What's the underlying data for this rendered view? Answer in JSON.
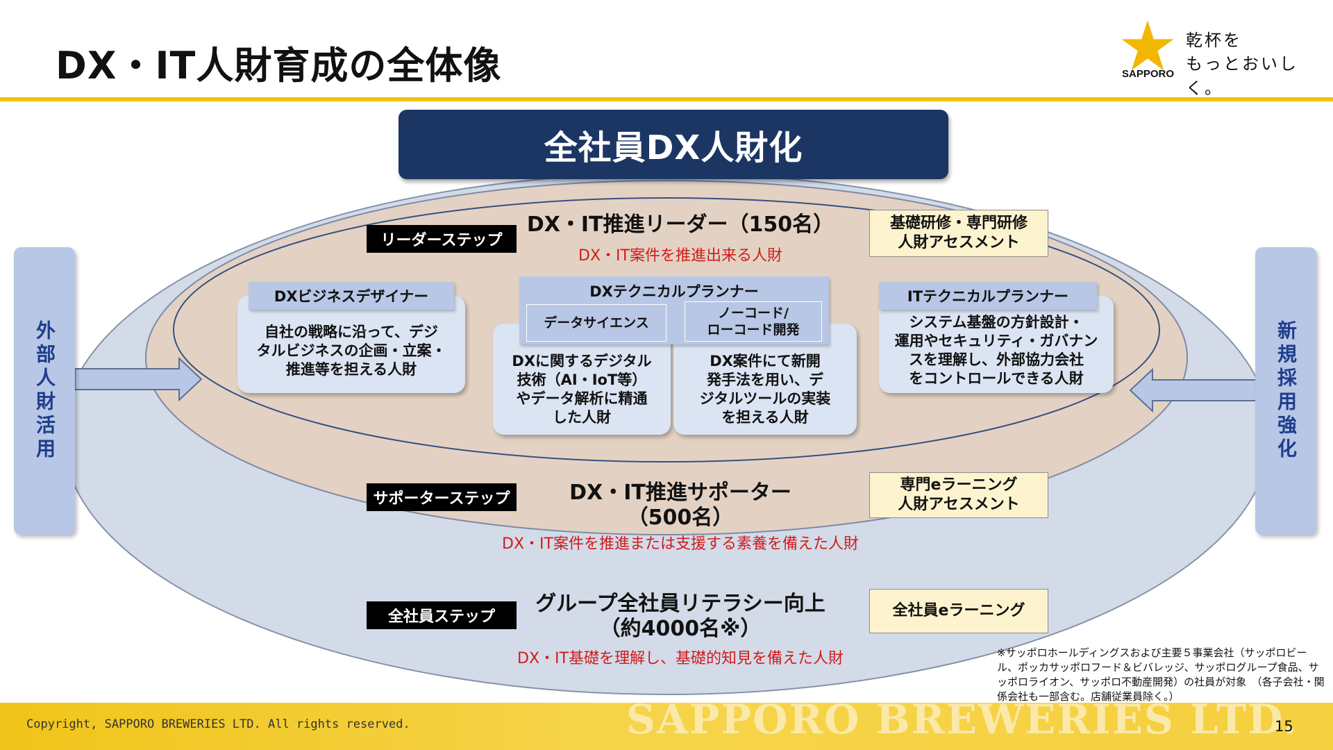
{
  "title": "DX・IT人財育成の全体像",
  "logo": {
    "wordmark": "SAPPORO",
    "tagline_1": "乾杯を",
    "tagline_2": "もっとおいしく。"
  },
  "banner": "全社員DX人財化",
  "left_bar": "外部人財活用",
  "right_bar": "新規採用強化",
  "steps": [
    {
      "label": "リーダーステップ",
      "head_1": "DX・IT推進リーダー（150名）",
      "head_2": "",
      "desc": "DX・IT案件を推進出来る人財",
      "note_1": "基礎研修・専門研修",
      "note_2": "人財アセスメント"
    },
    {
      "label": "サポーターステップ",
      "head_1": "DX・IT推進サポーター",
      "head_2": "（500名）",
      "desc": "DX・IT案件を推進または支援する素養を備えた人財",
      "note_1": "専門eラーニング",
      "note_2": "人財アセスメント"
    },
    {
      "label": "全社員ステップ",
      "head_1": "グループ全社員リテラシー向上",
      "head_2": "（約4000名※）",
      "desc": "DX・IT基礎を理解し、基礎的知見を備えた人財",
      "note_1": "全社員eラーニング",
      "note_2": ""
    }
  ],
  "roles": {
    "biz": {
      "title": "DXビジネスデザイナー",
      "l1": "自社の戦略に沿って、デジ",
      "l2": "タルビジネスの企画・立案・",
      "l3": "推進等を担える人財"
    },
    "tech": {
      "title": "DXテクニカルプランナー",
      "ds_title": "データサイエンス",
      "ds_l1": "DXに関するデジタル",
      "ds_l2": "技術（AI・IoT等）",
      "ds_l3": "やデータ解析に精通",
      "ds_l4": "した人財",
      "lc_title_1": "ノーコード/",
      "lc_title_2": "ローコード開発",
      "lc_l1": "DX案件にて新開",
      "lc_l2": "発手法を用い、デ",
      "lc_l3": "ジタルツールの実装",
      "lc_l4": "を担える人財"
    },
    "it": {
      "title": "ITテクニカルプランナー",
      "l1": "システム基盤の方針設計・",
      "l2": "運用やセキュリティ・ガバナン",
      "l3": "スを理解し、外部協力会社",
      "l4": "をコントロールできる人財"
    }
  },
  "footnote": "※サッポロホールディングスおよび主要５事業会社（サッポロビール、ポッカサッポロフード＆ビバレッジ、サッポログループ食品、サッポロライオン、サッポロ不動産開発）の社員が対象　（各子会社・関係会社も一部含む。店舗従業員除く。）",
  "footer": {
    "copyright": "Copyright, SAPPORO BREWERIES LTD. All rights reserved.",
    "watermark": "SAPPORO BREWERIES LTD.",
    "page": "15"
  },
  "colors": {
    "navy": "#1c3664",
    "gold": "#f2c10e",
    "light_blue": "#b7c7e5",
    "card_blue": "#dbe4f3",
    "beige": "#e3d2c4",
    "red": "#d11b1b",
    "note_yellow": "#fdf3ce"
  }
}
